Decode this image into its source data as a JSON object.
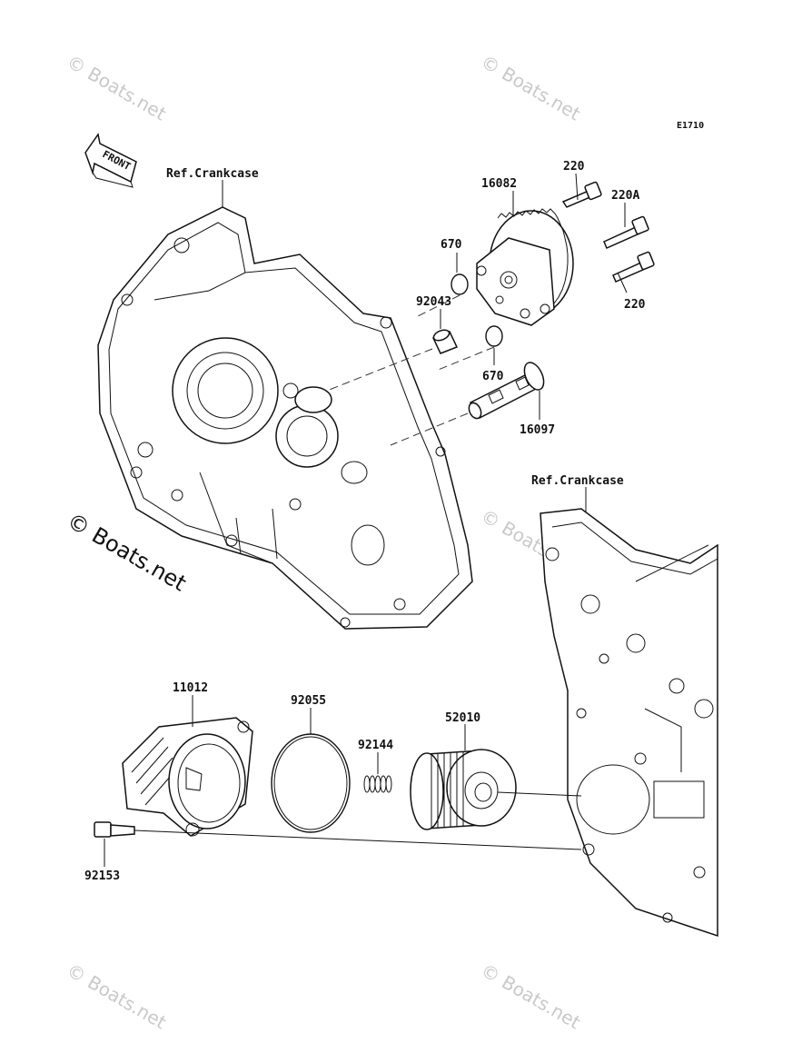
{
  "diagram_code": "E1710",
  "watermark": "© Boats.net",
  "front_marker": "FRONT",
  "references": [
    "Ref.Crankcase",
    "Ref.Crankcase"
  ],
  "parts": {
    "bolt_a": "220",
    "bolt_b": "220A",
    "bolt_c": "220",
    "oil_pump": "16082",
    "oring_top": "670",
    "dowel": "92043",
    "oring_bottom": "670",
    "strainer": "16097",
    "filter_cover": "11012",
    "oring_large": "92055",
    "spring": "92144",
    "oil_filter": "52010",
    "cover_bolt": "92153"
  }
}
